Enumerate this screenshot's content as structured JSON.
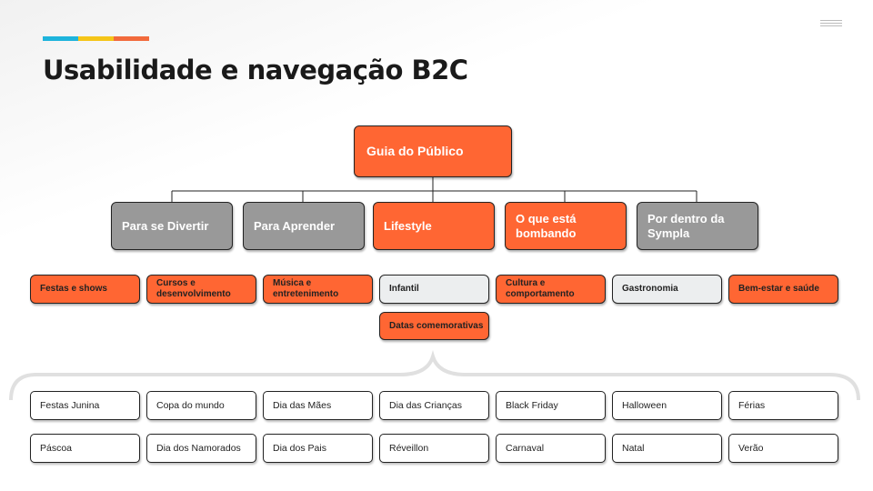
{
  "title": "Usabilidade e navegação B2C",
  "colors": {
    "blue": "#1eb4dc",
    "yellow": "#f5c518",
    "orange": "#f26a3c",
    "node_orange": "#ff6633",
    "node_gray": "#999999"
  },
  "root": "Guia do Público",
  "level1": [
    "Para se Divertir",
    "Para Aprender",
    "Lifestyle",
    "O que está bombando",
    "Por dentro da Sympla"
  ],
  "level2": [
    "Festas e shows",
    "Cursos e desenvolvimento",
    "Música e entretenimento",
    "Infantil",
    "Cultura e comportamento",
    "Gastronomia",
    "Bem-estar e saúde"
  ],
  "datas": "Datas comemorativas",
  "dates_row1": [
    "Festas Junina",
    "Copa do mundo",
    "Dia das Mães",
    "Dia das Crianças",
    "Black Friday",
    "Halloween",
    "Férias"
  ],
  "dates_row2": [
    "Páscoa",
    "Dia dos Namorados",
    "Dia dos Pais",
    "Réveillon",
    "Carnaval",
    "Natal",
    "Verão"
  ]
}
